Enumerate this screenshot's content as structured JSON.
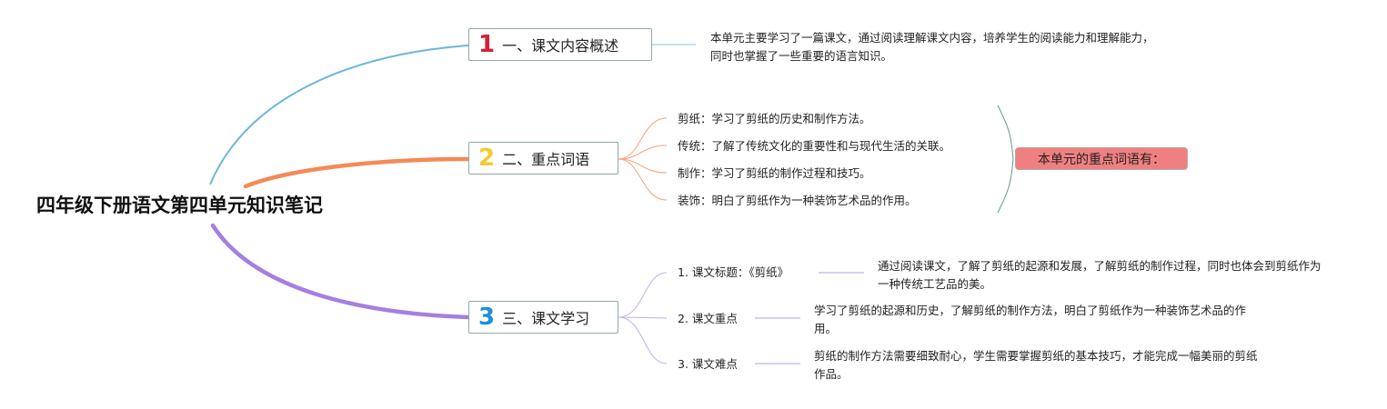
{
  "root": {
    "title": "四年级下册语文第四单元知识笔记"
  },
  "colors": {
    "branch1": "#6cb6dc",
    "branch2": "#f38a58",
    "branch3": "#a57fe0",
    "num1": "#d0213a",
    "num2": "#f2cb2e",
    "num3": "#1f8fd9",
    "summary_bg": "#f08080"
  },
  "branches": [
    {
      "number": "1",
      "label": "一、课文内容概述",
      "text": "本单元主要学习了一篇课文，通过阅读理解课文内容，培养学生的阅读能力和理解能力，同时也掌握了一些重要的语言知识。"
    },
    {
      "number": "2",
      "label": "二、重点词语",
      "items": [
        "剪纸：学习了剪纸的历史和制作方法。",
        "传统：了解了传统文化的重要性和与现代生活的关联。",
        "制作：学习了剪纸的制作过程和技巧。",
        "装饰：明白了剪纸作为一种装饰艺术品的作用。"
      ],
      "summary": "本单元的重点词语有："
    },
    {
      "number": "3",
      "label": "三、课文学习",
      "items": [
        {
          "label": "1. 课文标题：《剪纸》",
          "text": "通过阅读课文，了解了剪纸的起源和发展，了解剪纸的制作过程，同时也体会到剪纸作为一种传统工艺品的美。"
        },
        {
          "label": "2. 课文重点",
          "text": "学习了剪纸的起源和历史，了解剪纸的制作方法，明白了剪纸作为一种装饰艺术品的作用。"
        },
        {
          "label": "3. 课文难点",
          "text": "剪纸的制作方法需要细致耐心，学生需要掌握剪纸的基本技巧，才能完成一幅美丽的剪纸作品。"
        }
      ]
    }
  ]
}
